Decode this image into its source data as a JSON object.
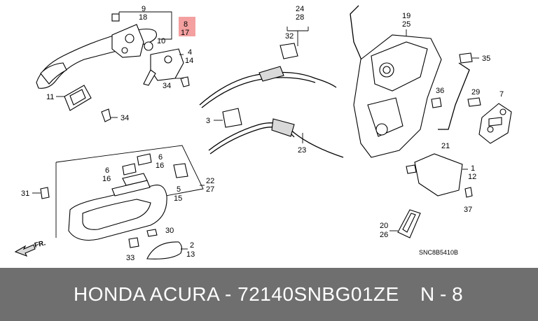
{
  "diagram": {
    "callouts": {
      "c9": "9",
      "c18": "18",
      "c8": "8",
      "c17": "17",
      "c10": "10",
      "c4": "4",
      "c14": "14",
      "c34a": "34",
      "c11": "11",
      "c34b": "34",
      "c24": "24",
      "c28": "28",
      "c32": "32",
      "c3": "3",
      "c23": "23",
      "c19": "19",
      "c25": "25",
      "c35": "35",
      "c36": "36",
      "c29": "29",
      "c7": "7",
      "c21": "21",
      "c1": "1",
      "c12": "12",
      "c37": "37",
      "c20": "20",
      "c26": "26",
      "c6a": "6",
      "c16a": "16",
      "c6b": "6",
      "c16b": "16",
      "c22": "22",
      "c27": "27",
      "c5": "5",
      "c15": "15",
      "c31": "31",
      "c30": "30",
      "c2": "2",
      "c13": "13",
      "c33": "33"
    },
    "direction_label": "FR.",
    "drawing_code": "SNC8B5410B",
    "highlight_color": "#f4a0a0"
  },
  "footer": {
    "title": "HONDA ACURA - 72140SNBG01ZE",
    "page": "N - 8",
    "background": "#6f6f6f"
  }
}
